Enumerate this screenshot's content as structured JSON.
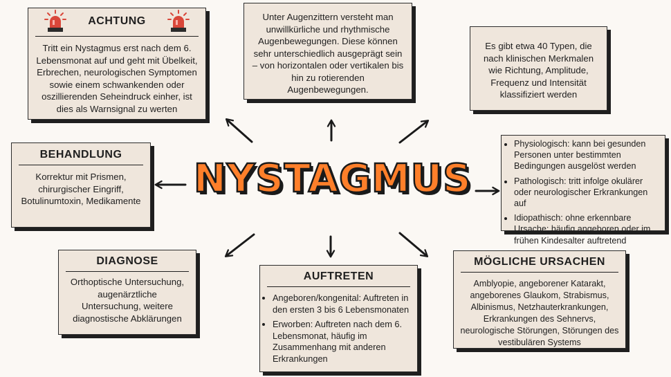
{
  "title": "NYSTAGMUS",
  "achtung": {
    "heading": "ACHTUNG",
    "text": "Tritt ein Nystagmus erst nach dem 6. Lebensmonat auf und geht mit Übelkeit, Erbrechen, neurologischen Symptomen sowie einem schwankenden oder oszillierenden Seheindruck einher, ist dies als Warnsignal zu werten",
    "icon": "siren-icon",
    "icon_color": "#d9473a"
  },
  "definition": {
    "text": "Unter Augenzittern versteht man unwillkürliche und rhythmische Augenbewegungen. Diese können sehr unterschiedlich ausgeprägt sein – von horizontalen oder vertikalen bis hin zu rotierenden Augenbewegungen."
  },
  "typen": {
    "text": "Es gibt etwa 40 Typen, die nach klinischen Merkmalen wie Richtung, Amplitude, Frequenz und Intensität klassifiziert werden"
  },
  "formen": {
    "items": [
      "Physiologisch:  kann bei gesunden Personen unter bestimmten Bedingungen ausgelöst werden",
      "Pathologisch: tritt infolge okulärer oder neurologischer Erkrankungen auf",
      "Idiopathisch: ohne erkennbare Ursache; häufig angeboren oder im frühen Kindesalter auftretend"
    ]
  },
  "behandlung": {
    "heading": "BEHANDLUNG",
    "text": "Korrektur mit Prismen, chirurgischer Eingriff, Botulinumtoxin, Medikamente"
  },
  "diagnose": {
    "heading": "DIAGNOSE",
    "text": "Orthoptische Untersuchung, augenärztliche Untersuchung, weitere diagnostische Abklärungen"
  },
  "auftreten": {
    "heading": "AUFTRETEN",
    "items": [
      "Angeboren/kongenital: Auftreten in den ersten 3 bis 6 Lebensmonaten",
      " Erworben: Auftreten nach dem 6. Lebensmonat, häufig im Zusammenhang mit anderen Erkrankungen"
    ]
  },
  "ursachen": {
    "heading": "MÖGLICHE URSACHEN",
    "text": "Amblyopie, angeborener Katarakt, angeborenes Glaukom, Strabismus, Albinismus, Netzhauterkrankungen, Erkrankungen des Sehnervs, neurologische Störungen, Störungen des vestibulären Systems"
  },
  "colors": {
    "title": "#ff7f2a",
    "card_bg": "#efe6dc",
    "shadow": "#1f1f1f"
  }
}
